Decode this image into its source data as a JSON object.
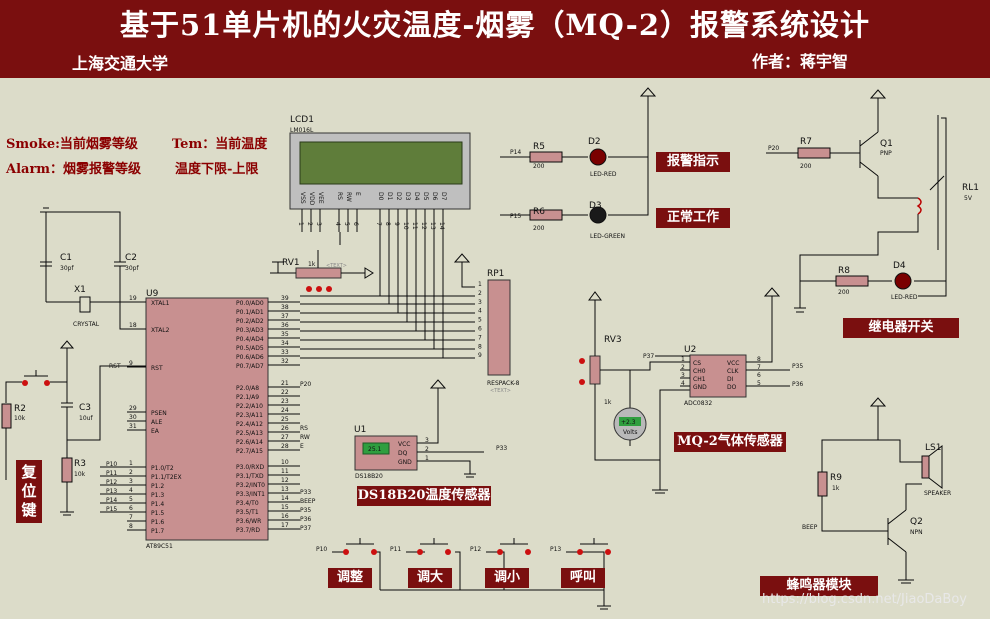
{
  "header": {
    "title": "基于51单片机的火灾温度-烟雾（MQ-2）报警系统设计",
    "school": "上海交通大学",
    "author": "作者：蒋宇智"
  },
  "legend": {
    "smoke": "Smoke:当前烟雾等级",
    "tem": "Tem：当前温度",
    "alarm": "Alarm：烟雾报警等级",
    "temp_limits": "温度下限-上限"
  },
  "module_labels": {
    "alarm_indicator": "报警指示",
    "normal_work": "正常工作",
    "relay_switch": "继电器开关",
    "ds18b20": "DS18B20温度传感器",
    "mq2": "MQ-2气体传感器",
    "buzzer": "蜂鸣器模块",
    "reset": "复位键",
    "btn_adjust": "调整",
    "btn_up": "调大",
    "btn_down": "调小",
    "btn_call": "呼叫"
  },
  "components": {
    "lcd": {
      "ref": "LCD1",
      "model": "LM016L",
      "pins": [
        "VSS",
        "VDD",
        "VEE",
        "RS",
        "RW",
        "E",
        "D0",
        "D1",
        "D2",
        "D3",
        "D4",
        "D5",
        "D6",
        "D7"
      ],
      "pin_nums": [
        "1",
        "2",
        "3",
        "4",
        "5",
        "6",
        "7",
        "8",
        "9",
        "10",
        "11",
        "12",
        "13",
        "14"
      ]
    },
    "mcu": {
      "ref": "U9",
      "model": "AT89C51",
      "left_pins": [
        {
          "n": "19",
          "name": "XTAL1"
        },
        {
          "n": "18",
          "name": "XTAL2"
        },
        {
          "n": "9",
          "name": "RST"
        },
        {
          "n": "29",
          "name": "PSEN"
        },
        {
          "n": "30",
          "name": "ALE"
        },
        {
          "n": "31",
          "name": "EA"
        },
        {
          "n": "1",
          "name": "P1.0/T2"
        },
        {
          "n": "2",
          "name": "P1.1/T2EX"
        },
        {
          "n": "3",
          "name": "P1.2"
        },
        {
          "n": "4",
          "name": "P1.3"
        },
        {
          "n": "5",
          "name": "P1.4"
        },
        {
          "n": "6",
          "name": "P1.5"
        },
        {
          "n": "7",
          "name": "P1.6"
        },
        {
          "n": "8",
          "name": "P1.7"
        }
      ],
      "right_pins": [
        {
          "n": "39",
          "name": "P0.0/AD0"
        },
        {
          "n": "38",
          "name": "P0.1/AD1"
        },
        {
          "n": "37",
          "name": "P0.2/AD2"
        },
        {
          "n": "36",
          "name": "P0.3/AD3"
        },
        {
          "n": "35",
          "name": "P0.4/AD4"
        },
        {
          "n": "34",
          "name": "P0.5/AD5"
        },
        {
          "n": "33",
          "name": "P0.6/AD6"
        },
        {
          "n": "32",
          "name": "P0.7/AD7"
        },
        {
          "n": "21",
          "name": "P2.0/A8"
        },
        {
          "n": "22",
          "name": "P2.1/A9"
        },
        {
          "n": "23",
          "name": "P2.2/A10"
        },
        {
          "n": "24",
          "name": "P2.3/A11"
        },
        {
          "n": "25",
          "name": "P2.4/A12"
        },
        {
          "n": "26",
          "name": "P2.5/A13"
        },
        {
          "n": "27",
          "name": "P2.6/A14"
        },
        {
          "n": "28",
          "name": "P2.7/A15"
        },
        {
          "n": "10",
          "name": "P3.0/RXD"
        },
        {
          "n": "11",
          "name": "P3.1/TXD"
        },
        {
          "n": "12",
          "name": "P3.2/INT0"
        },
        {
          "n": "13",
          "name": "P3.3/INT1"
        },
        {
          "n": "14",
          "name": "P3.4/T0"
        },
        {
          "n": "15",
          "name": "P3.5/T1"
        },
        {
          "n": "16",
          "name": "P3.6/WR"
        },
        {
          "n": "17",
          "name": "P3.7/RD"
        }
      ],
      "left_nets": [
        "P10",
        "P11",
        "P12",
        "P13",
        "P14",
        "P15"
      ],
      "right_nets": [
        "P20",
        "RS",
        "RW",
        "E",
        "P33",
        "BEEP",
        "P35",
        "P36",
        "P37"
      ]
    },
    "rp1": {
      "ref": "RP1",
      "model": "RESPACK-8",
      "pins": [
        "1",
        "2",
        "3",
        "4",
        "5",
        "6",
        "7",
        "8",
        "9"
      ]
    },
    "rv1": {
      "ref": "RV1",
      "value": "1k"
    },
    "rv3": {
      "ref": "RV3",
      "value": "1k"
    },
    "voltmeter": {
      "reading": "+2.3",
      "unit": "Volts"
    },
    "u1": {
      "ref": "U1",
      "model": "DS18B20",
      "reading": "25.1",
      "pins": [
        {
          "n": "3",
          "name": "VCC"
        },
        {
          "n": "2",
          "name": "DQ"
        },
        {
          "n": "1",
          "name": "GND"
        }
      ],
      "net": "P33"
    },
    "u2": {
      "ref": "U2",
      "model": "ADC0832",
      "left_pins": [
        {
          "n": "1",
          "name": "CS"
        },
        {
          "n": "2",
          "name": "CH0"
        },
        {
          "n": "3",
          "name": "CH1"
        },
        {
          "n": "4",
          "name": "GND"
        }
      ],
      "right_pins": [
        {
          "n": "8",
          "name": "VCC"
        },
        {
          "n": "7",
          "name": "CLK"
        },
        {
          "n": "6",
          "name": "DI"
        },
        {
          "n": "5",
          "name": "DO"
        }
      ],
      "nets": [
        "P37",
        "P35",
        "P36"
      ]
    },
    "r5": {
      "ref": "R5",
      "value": "200",
      "net": "P14"
    },
    "r6": {
      "ref": "R6",
      "value": "200",
      "net": "P15"
    },
    "r7": {
      "ref": "R7",
      "value": "200",
      "net": "P20"
    },
    "r8": {
      "ref": "R8",
      "value": "200"
    },
    "r9": {
      "ref": "R9",
      "value": "1k"
    },
    "r2": {
      "ref": "R2",
      "value": "10k"
    },
    "r3": {
      "ref": "R3",
      "value": "10k"
    },
    "d2": {
      "ref": "D2",
      "model": "LED-RED"
    },
    "d3": {
      "ref": "D3",
      "model": "LED-GREEN"
    },
    "d4": {
      "ref": "D4",
      "model": "LED-RED"
    },
    "q1": {
      "ref": "Q1",
      "model": "PNP"
    },
    "q2": {
      "ref": "Q2",
      "model": "NPN",
      "net": "BEEP"
    },
    "rl1": {
      "ref": "RL1",
      "value": "5V"
    },
    "ls1": {
      "ref": "LS1",
      "model": "SPEAKER"
    },
    "c1": {
      "ref": "C1",
      "value": "30pf"
    },
    "c2": {
      "ref": "C2",
      "value": "30pf"
    },
    "c3": {
      "ref": "C3",
      "value": "10uf"
    },
    "x1": {
      "ref": "X1",
      "model": "CRYSTAL"
    },
    "rst_net": "RST",
    "buttons": [
      {
        "net": "P10"
      },
      {
        "net": "P11"
      },
      {
        "net": "P12"
      },
      {
        "net": "P13"
      }
    ],
    "text_placeholder": "<TEXT>"
  },
  "watermark": "https://blog.csdn.net/JiaoDaBoy",
  "colors": {
    "banner": "#7a0f0f",
    "canvas": "#dcdcc9",
    "wire": "#0a0a0a",
    "ic_fill": "#c89090",
    "lcd_screen": "#5f7d3a"
  }
}
